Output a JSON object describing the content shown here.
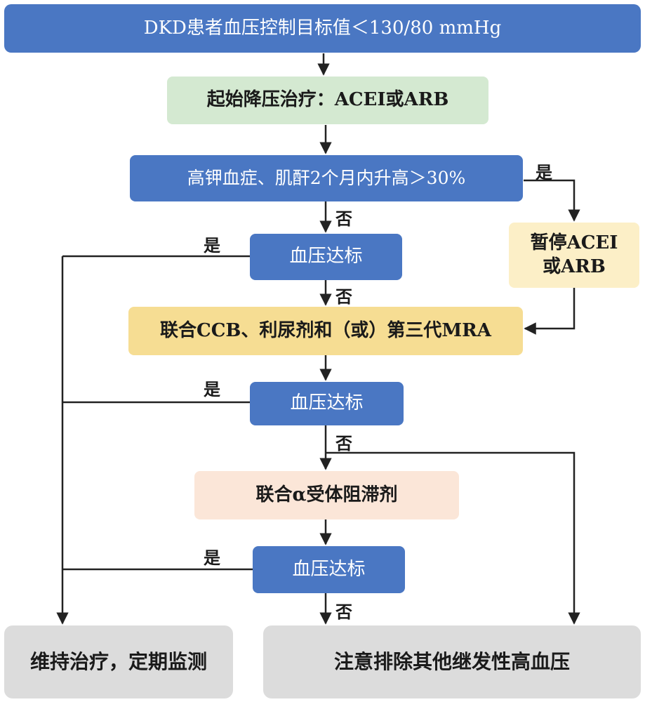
{
  "title": "DKD患者血压控制目标值＜130/80 mmHg",
  "step1": "起始降压治疗：ACEI或ARB",
  "check1": "高钾血症、肌酐2个月内升高＞30%",
  "pause": [
    "暂停ACEI",
    "或ARB"
  ],
  "bp_target": "血压达标",
  "step2": "联合CCB、利尿剂和（或）第三代MRA",
  "step3": "联合α受体阻滞剂",
  "maintain": "维持治疗，定期监测",
  "exclude": "注意排除其他继发性高血压",
  "labels": {
    "yes": "是",
    "no": "否"
  }
}
